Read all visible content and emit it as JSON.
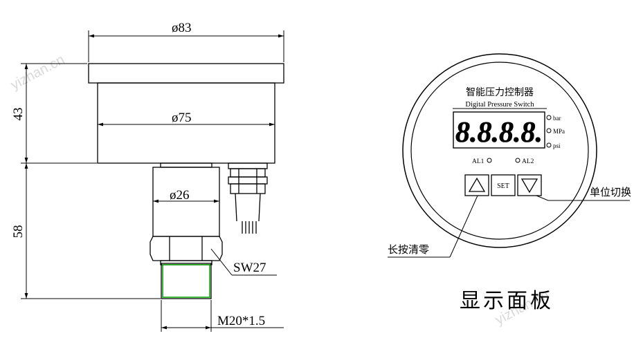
{
  "watermark": "yizhan.cn",
  "dimensions": {
    "top_width": "ø83",
    "body_width": "ø75",
    "stem_width": "ø26",
    "upper_height": "43",
    "lower_height": "58",
    "wrench": "SW27",
    "thread": "M20*1.5"
  },
  "panel": {
    "title_cn": "智能压力控制器",
    "title_en": "Digital Pressure Switch",
    "display": "8.8.8.8.",
    "units": [
      "bar",
      "MPa",
      "psi"
    ],
    "alarms": [
      "AL1",
      "AL2"
    ],
    "set_label": "SET",
    "callout_unit": "单位切换",
    "callout_zero": "长按清零",
    "caption": "显示面板"
  },
  "colors": {
    "line": "#000000",
    "thread": "#00a000",
    "watermark": "#d9d9d9"
  }
}
